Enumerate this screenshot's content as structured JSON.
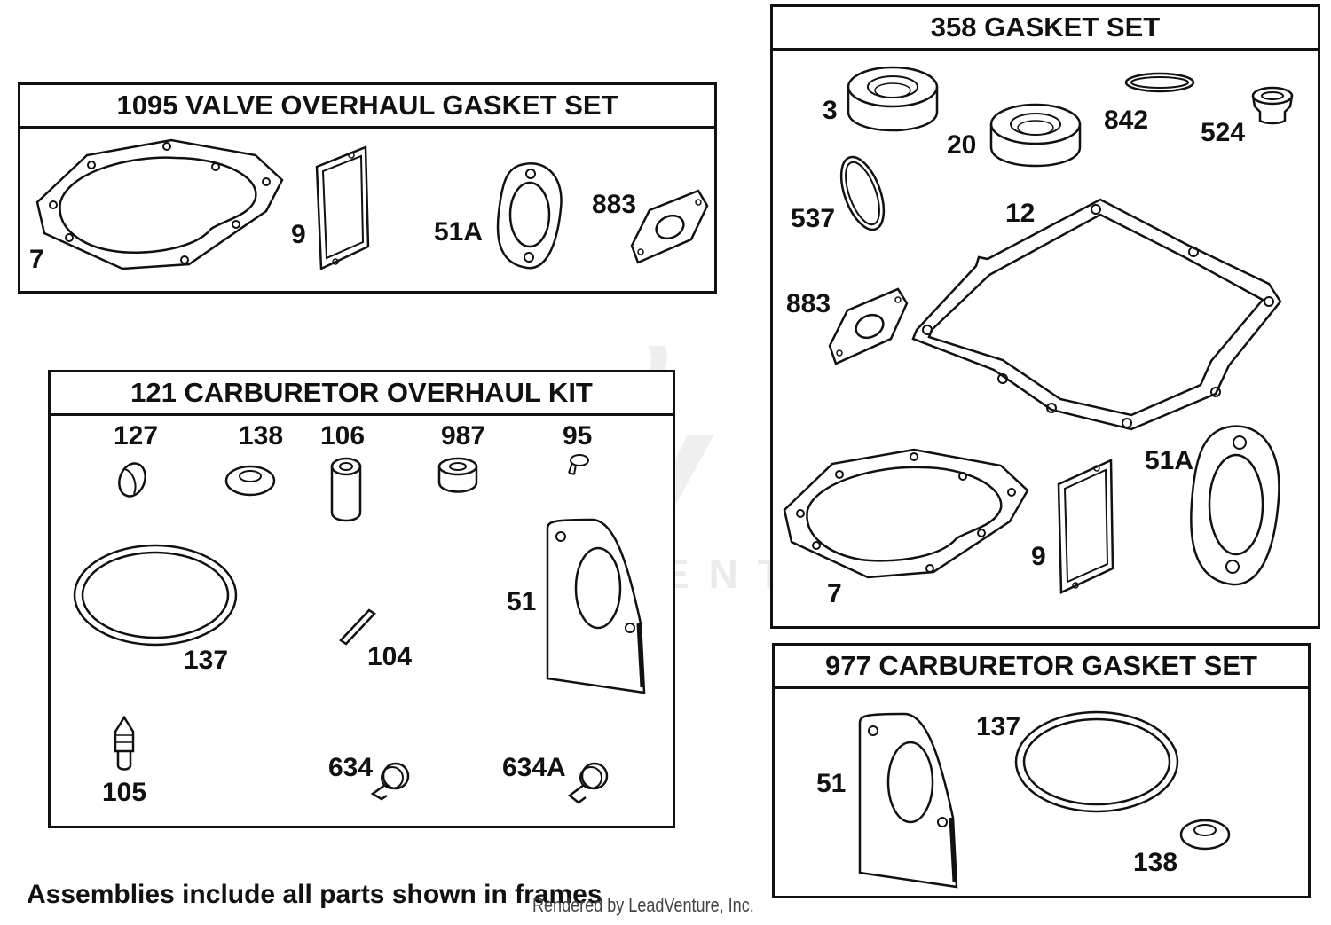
{
  "frames": {
    "valve": {
      "title": "1095 VALVE OVERHAUL GASKET SET",
      "labels": [
        "7",
        "9",
        "51A",
        "883"
      ]
    },
    "carb_kit": {
      "title": "121 CARBURETOR OVERHAUL KIT",
      "labels": [
        "127",
        "138",
        "106",
        "987",
        "95",
        "137",
        "104",
        "51",
        "105",
        "634",
        "634A"
      ]
    },
    "gasket": {
      "title": "358 GASKET SET",
      "labels": [
        "3",
        "20",
        "842",
        "524",
        "537",
        "12",
        "883",
        "51A",
        "9",
        "7"
      ]
    },
    "carb_gasket": {
      "title": "977 CARBURETOR GASKET SET",
      "labels": [
        "137",
        "51",
        "138"
      ]
    }
  },
  "footnote": "Assemblies include all parts shown in frames",
  "credit": "Rendered by LeadVenture, Inc.",
  "watermark": "LEADVENTURE"
}
